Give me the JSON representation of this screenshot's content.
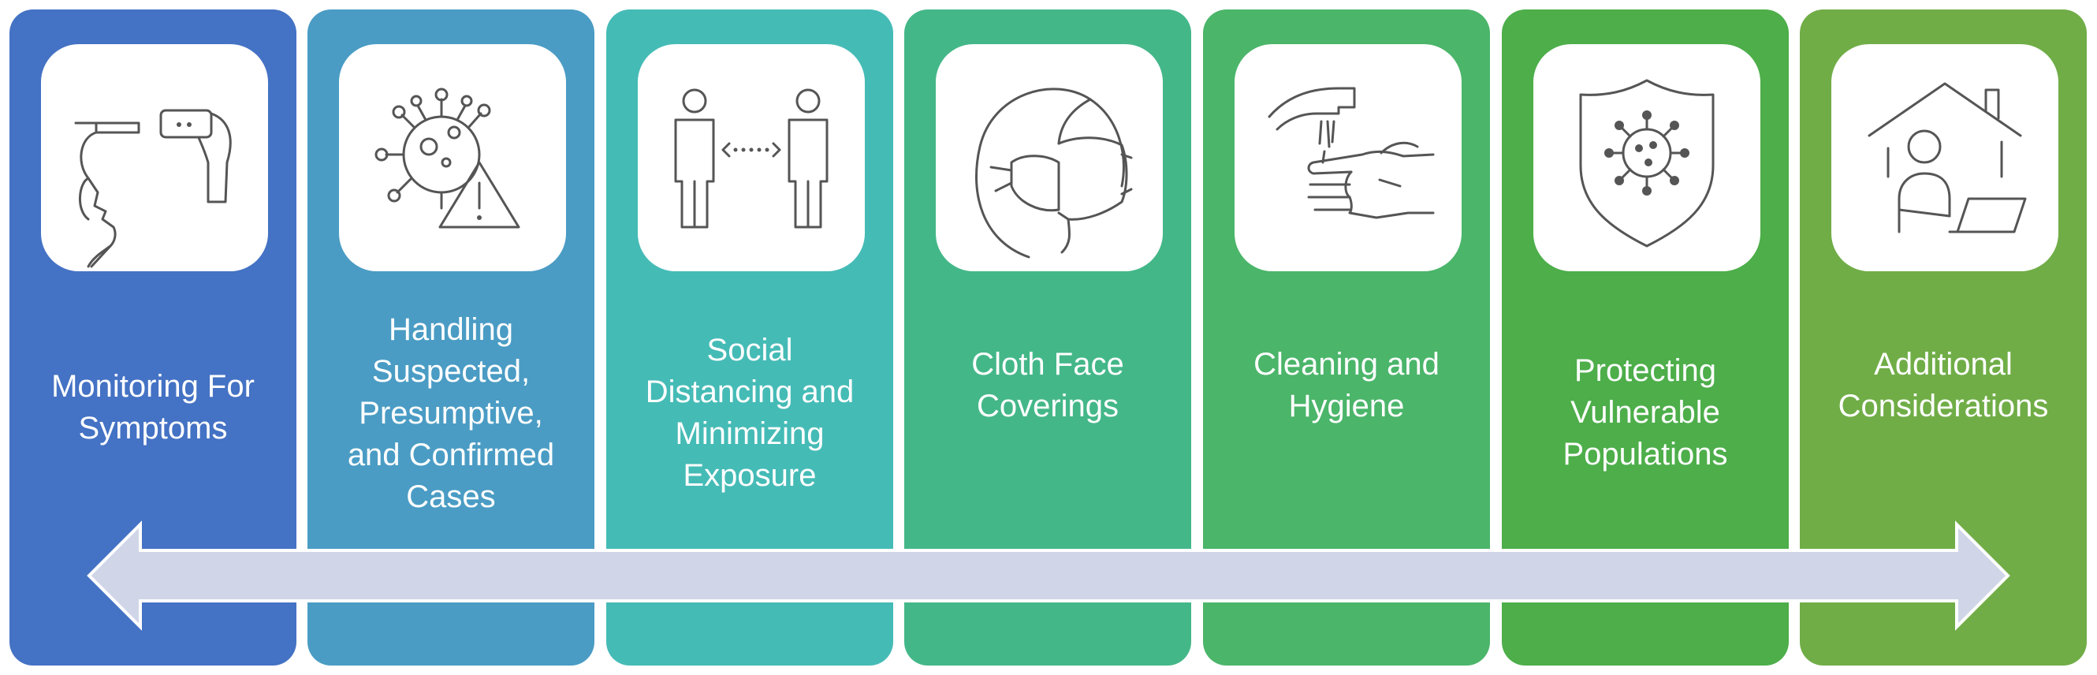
{
  "diagram": {
    "panels": [
      {
        "label_lines": [
          "Monitoring For",
          "Symptoms"
        ],
        "color": "#4472C4",
        "icon": "thermometer-temperature-check-icon"
      },
      {
        "label_lines": [
          "Handling",
          "Suspected,",
          "Presumptive,",
          "and Confirmed",
          "Cases"
        ],
        "color": "#4A9CC4",
        "icon": "virus-warning-icon"
      },
      {
        "label_lines": [
          "Social",
          "Distancing and",
          "Minimizing",
          "Exposure"
        ],
        "color": "#45BBB6",
        "icon": "social-distancing-icon"
      },
      {
        "label_lines": [
          "Cloth Face",
          "Coverings"
        ],
        "color": "#44B789",
        "icon": "face-mask-icon"
      },
      {
        "label_lines": [
          "Cleaning and",
          "Hygiene"
        ],
        "color": "#4BB56A",
        "icon": "hand-washing-icon"
      },
      {
        "label_lines": [
          "Protecting",
          "Vulnerable",
          "Populations"
        ],
        "color": "#4DAE4A",
        "icon": "virus-shield-icon"
      },
      {
        "label_lines": [
          "Additional",
          "Considerations"
        ],
        "color": "#70AD47",
        "icon": "work-from-home-icon"
      }
    ],
    "arrow": {
      "color": "#D0D6E8",
      "outline": "#ffffff"
    }
  }
}
